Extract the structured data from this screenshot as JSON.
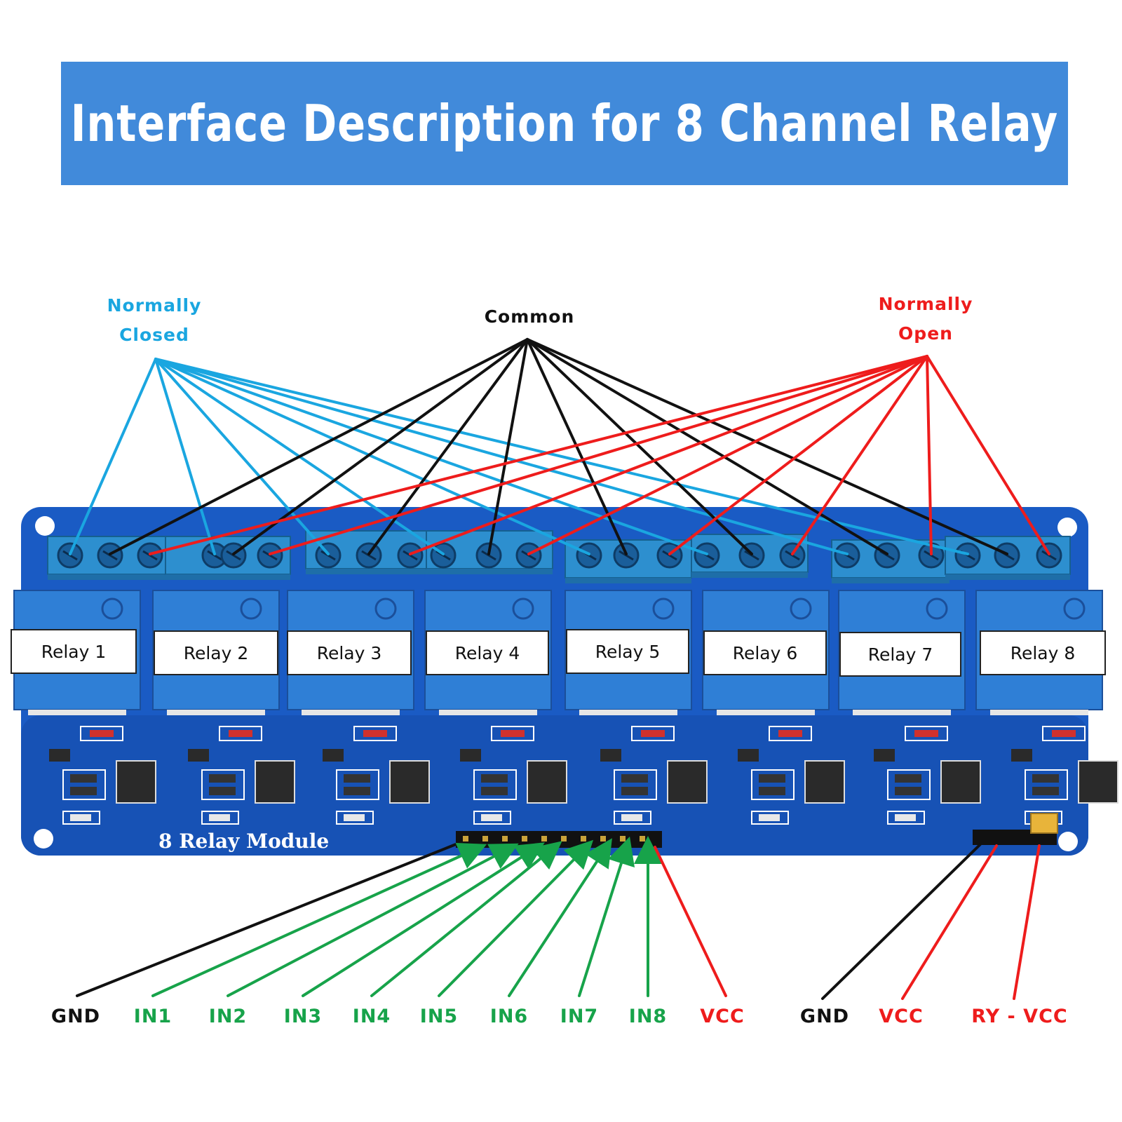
{
  "title": "Interface Description for 8 Channel Relay",
  "labels": {
    "normally_closed_line1": "Normally",
    "normally_closed_line2": "Closed",
    "common": "Common",
    "normally_open_line1": "Normally",
    "normally_open_line2": "Open"
  },
  "relays": [
    "Relay 1",
    "Relay 2",
    "Relay 3",
    "Relay 4",
    "Relay 5",
    "Relay 6",
    "Relay 7",
    "Relay 8"
  ],
  "board_text": "8 Relay Module",
  "left_pins": [
    {
      "text": "GND",
      "color": "#111111"
    },
    {
      "text": "IN1",
      "color": "#17a34a"
    },
    {
      "text": "IN2",
      "color": "#17a34a"
    },
    {
      "text": "IN3",
      "color": "#17a34a"
    },
    {
      "text": "IN4",
      "color": "#17a34a"
    },
    {
      "text": "IN5",
      "color": "#17a34a"
    },
    {
      "text": "IN6",
      "color": "#17a34a"
    },
    {
      "text": "IN7",
      "color": "#17a34a"
    },
    {
      "text": "IN8",
      "color": "#17a34a"
    },
    {
      "text": "VCC",
      "color": "#ee1c1c"
    }
  ],
  "right_pins": [
    {
      "text": "GND",
      "color": "#111111"
    },
    {
      "text": "VCC",
      "color": "#ee1c1c"
    },
    {
      "text": "RY - VCC",
      "color": "#ee1c1c"
    }
  ],
  "colors": {
    "banner": "#418ada",
    "normally_closed": "#1aa6e0",
    "common": "#111111",
    "normally_open": "#ee1c1c",
    "input": "#17a34a",
    "board": "#1a5bc4"
  }
}
